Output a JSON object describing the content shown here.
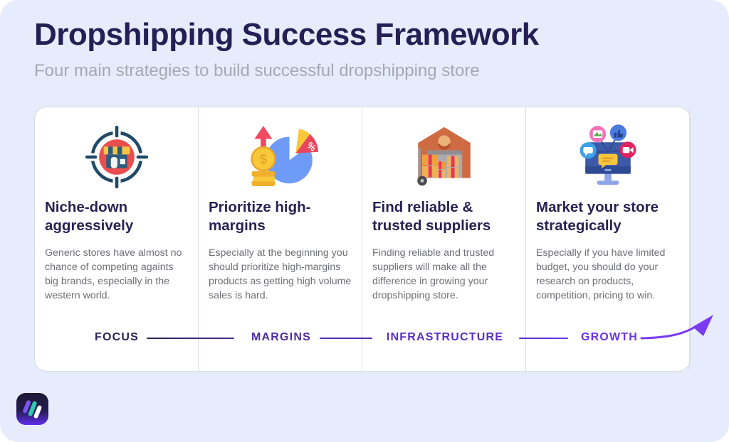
{
  "header": {
    "title": "Dropshipping Success Framework",
    "subtitle": "Four main strategies to build successful dropshipping store"
  },
  "columns": [
    {
      "icon": "target-store-icon",
      "heading": "Niche-down aggressively",
      "body": "Generic stores have almost no chance of competing againts big brands, especially in the western world.",
      "label": "FOCUS",
      "label_color": "#2B2457"
    },
    {
      "icon": "pie-margin-icon",
      "heading": "Prioritize high-margins",
      "body": "Especially at the beginning you should prioritize high-margins products as getting high volume sales is hard.",
      "label": "MARGINS",
      "label_color": "#502DA1"
    },
    {
      "icon": "warehouse-supplier-icon",
      "heading": "Find reliable & trusted suppliers",
      "body": "Finding reliable and trusted suppliers will make all the difference in growing your dropshipping store.",
      "label": "INFRASTRUCTURE",
      "label_color": "#5A2EC4"
    },
    {
      "icon": "marketing-monitor-icon",
      "heading": "Market your store strategically",
      "body": "Especially if you have limited budget, you should do your research on products, competition, pricing to win.",
      "label": "GROWTH",
      "label_color": "#6B34EE"
    }
  ],
  "colors": {
    "background": "#E6ECFB",
    "card": "#FFFFFF",
    "title": "#241F54",
    "subtitle": "#A7A7B2",
    "heading": "#262254",
    "body_text": "#6E6E78",
    "divider": "#DCDDE6",
    "accent_purple": "#7A3BF0",
    "target_red": "#E94F4F",
    "crosshair_navy": "#204A66",
    "pie_blue": "#6E9BF7",
    "coin_yellow": "#F8C838",
    "warehouse_orange": "#CF6B43",
    "monitor_blue": "#3C5AA8"
  }
}
